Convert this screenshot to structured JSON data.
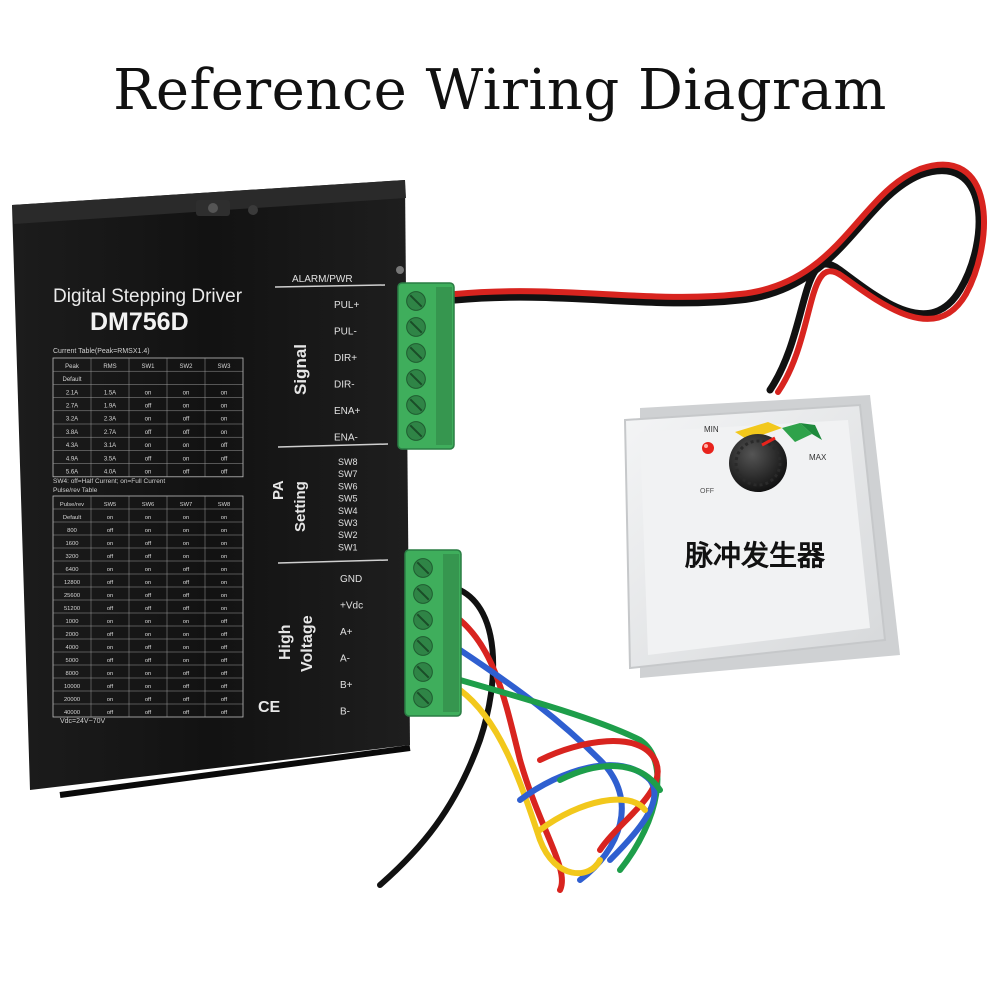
{
  "title": "Reference Wiring Diagram",
  "colors": {
    "driver_body": "#141414",
    "terminal_green": "#3fae5c",
    "wire_red": "#d8241f",
    "wire_black": "#111111",
    "wire_blue": "#2f5fd0",
    "wire_yellow": "#f2c81c",
    "wire_green": "#1e9e4a",
    "generator_body": "#e8e9ea"
  },
  "driver": {
    "heading": "Digital Stepping Driver",
    "model": "DM756D",
    "current_table_caption": "Current Table(Peak=RMSX1.4)",
    "current_table": {
      "headers": [
        "Peak",
        "RMS",
        "SW1",
        "SW2",
        "SW3"
      ],
      "rows": [
        [
          "Default",
          "",
          "",
          "",
          ""
        ],
        [
          "2.1A",
          "1.5A",
          "on",
          "on",
          "on"
        ],
        [
          "2.7A",
          "1.9A",
          "off",
          "on",
          "on"
        ],
        [
          "3.2A",
          "2.3A",
          "on",
          "off",
          "on"
        ],
        [
          "3.8A",
          "2.7A",
          "off",
          "off",
          "on"
        ],
        [
          "4.3A",
          "3.1A",
          "on",
          "on",
          "off"
        ],
        [
          "4.9A",
          "3.5A",
          "off",
          "on",
          "off"
        ],
        [
          "5.6A",
          "4.0A",
          "on",
          "off",
          "off"
        ]
      ]
    },
    "sw4_note": "SW4: off=Half Current; on=Full Current",
    "pulse_table_caption": "Pulse/rev Table",
    "pulse_table": {
      "headers": [
        "Pulse/rev",
        "SW5",
        "SW6",
        "SW7",
        "SW8"
      ],
      "rows": [
        [
          "Default",
          "on",
          "on",
          "on",
          "on"
        ],
        [
          "800",
          "off",
          "on",
          "on",
          "on"
        ],
        [
          "1600",
          "on",
          "off",
          "on",
          "on"
        ],
        [
          "3200",
          "off",
          "off",
          "on",
          "on"
        ],
        [
          "6400",
          "on",
          "on",
          "off",
          "on"
        ],
        [
          "12800",
          "off",
          "on",
          "off",
          "on"
        ],
        [
          "25600",
          "on",
          "off",
          "off",
          "on"
        ],
        [
          "51200",
          "off",
          "off",
          "off",
          "on"
        ],
        [
          "1000",
          "on",
          "on",
          "on",
          "off"
        ],
        [
          "2000",
          "off",
          "on",
          "on",
          "off"
        ],
        [
          "4000",
          "on",
          "off",
          "on",
          "off"
        ],
        [
          "5000",
          "off",
          "off",
          "on",
          "off"
        ],
        [
          "8000",
          "on",
          "on",
          "off",
          "off"
        ],
        [
          "10000",
          "off",
          "on",
          "off",
          "off"
        ],
        [
          "20000",
          "on",
          "off",
          "off",
          "off"
        ],
        [
          "40000",
          "off",
          "off",
          "off",
          "off"
        ]
      ]
    },
    "vdc_note": "Vdc=24V~70V",
    "ce_mark": "CE",
    "alarm_label": "ALARM/PWR",
    "signal_group": "Signal",
    "signal_pins": [
      "PUL+",
      "PUL-",
      "DIR+",
      "DIR-",
      "ENA+",
      "ENA-"
    ],
    "setting_group_line1": "PA",
    "setting_group_line2": "Setting",
    "switches": [
      "SW8",
      "SW7",
      "SW6",
      "SW5",
      "SW4",
      "SW3",
      "SW2",
      "SW1"
    ],
    "power_group_line1": "High",
    "power_group_line2": "Voltage",
    "power_pins": [
      "GND",
      "+Vdc",
      "A+",
      "A-",
      "B+",
      "B-"
    ]
  },
  "generator": {
    "label": "脉冲发生器",
    "min_label": "MIN",
    "max_label": "MAX",
    "off_label": "OFF"
  }
}
